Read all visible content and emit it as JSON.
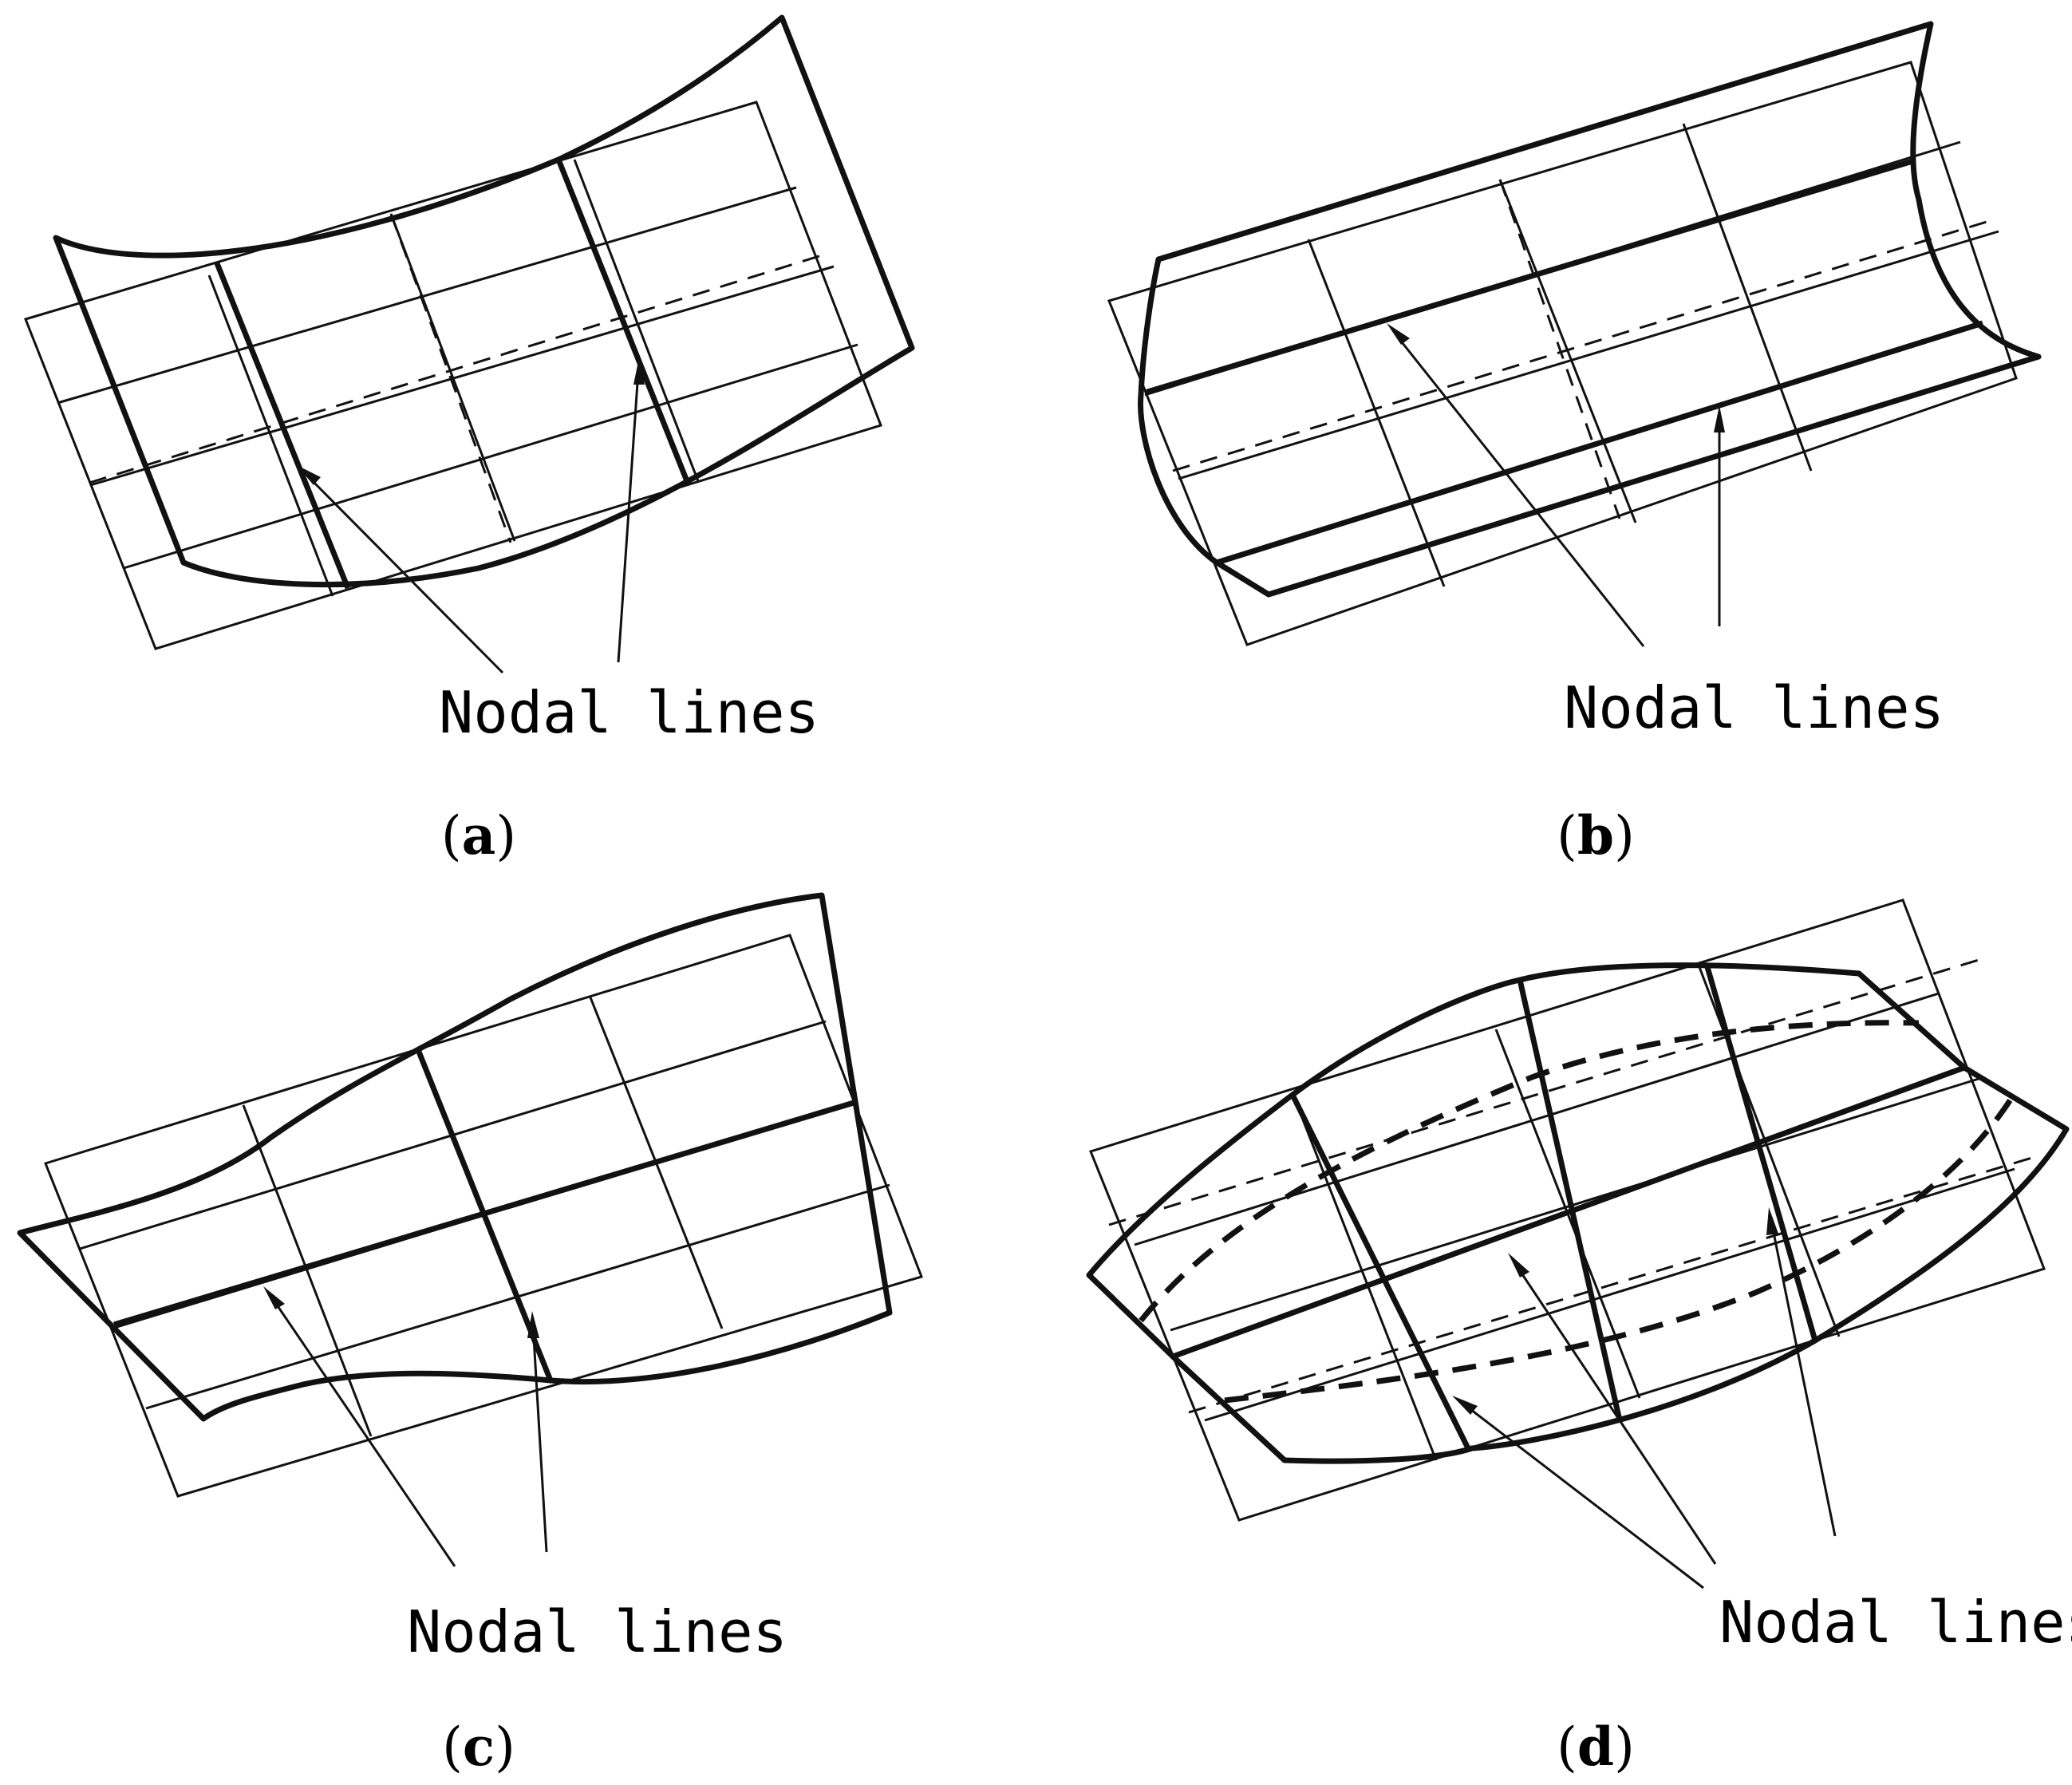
{
  "panels": [
    {
      "id": "a",
      "label": "(a)",
      "label_letter": "a",
      "annotation": "Nodal lines"
    },
    {
      "id": "b",
      "label": "(b)",
      "label_letter": "b",
      "annotation": "Nodal lines"
    },
    {
      "id": "c",
      "label": "(c)",
      "label_letter": "c",
      "annotation": "Nodal lines"
    },
    {
      "id": "d",
      "label": "(d)",
      "label_letter": "d",
      "annotation": "Nodal lines"
    }
  ]
}
